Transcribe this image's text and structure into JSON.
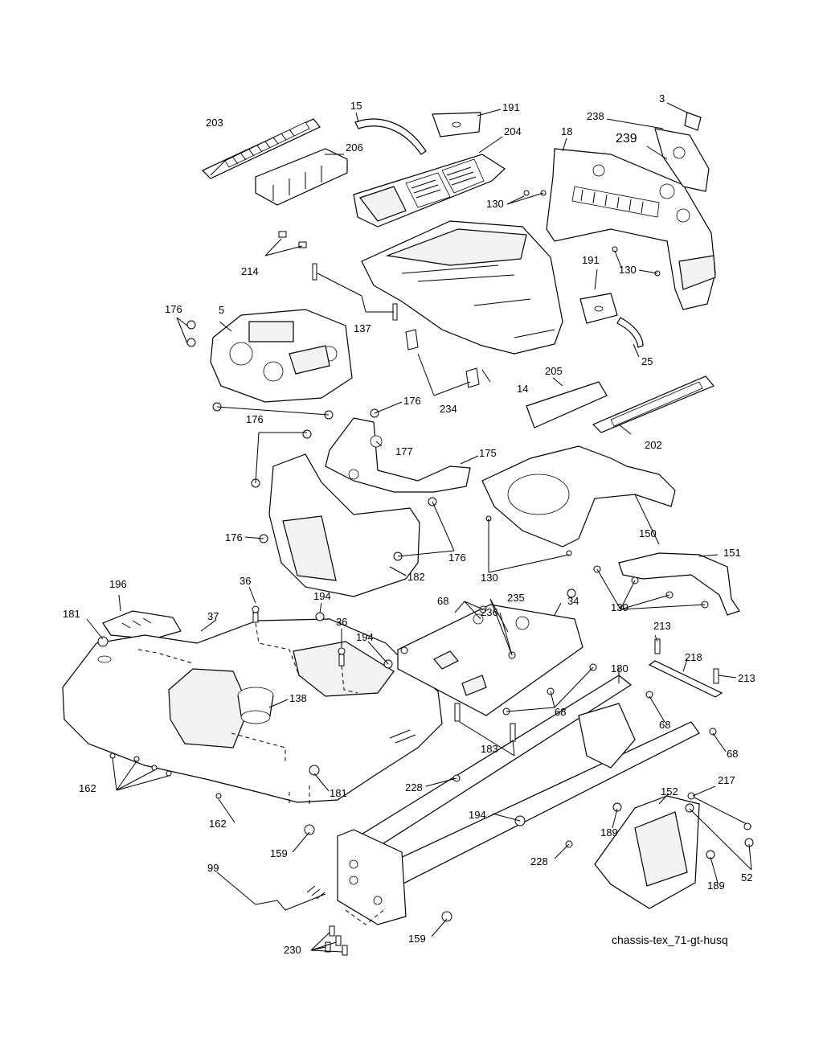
{
  "diagram": {
    "caption": "chassis-tex_71-gt-husq",
    "labels": {
      "p3": "3",
      "p5": "5",
      "p14": "14",
      "p15": "15",
      "p18": "18",
      "p25": "25",
      "p34": "34",
      "p36a": "36",
      "p36b": "36",
      "p37": "37",
      "p52": "52",
      "p68a": "68",
      "p68b": "68",
      "p68c": "68",
      "p68d": "68",
      "p99": "99",
      "p130a": "130",
      "p130b": "130",
      "p130c": "130",
      "p130d": "130",
      "p137": "137",
      "p138": "138",
      "p150": "150",
      "p151": "151",
      "p152": "152",
      "p159a": "159",
      "p159b": "159",
      "p162a": "162",
      "p162b": "162",
      "p175": "175",
      "p176a": "176",
      "p176b": "176",
      "p176c": "176",
      "p176d": "176",
      "p176e": "176",
      "p177": "177",
      "p180": "180",
      "p181a": "181",
      "p181b": "181",
      "p182": "182",
      "p183": "183",
      "p189a": "189",
      "p189b": "189",
      "p191a": "191",
      "p191b": "191",
      "p194a": "194",
      "p194b": "194",
      "p194c": "194",
      "p196": "196",
      "p202": "202",
      "p203": "203",
      "p204": "204",
      "p205": "205",
      "p206": "206",
      "p213a": "213",
      "p213b": "213",
      "p214": "214",
      "p217": "217",
      "p218": "218",
      "p228a": "228",
      "p228b": "228",
      "p230": "230",
      "p234": "234",
      "p235": "235",
      "p236": "236",
      "p238": "238",
      "p239": "239"
    }
  }
}
